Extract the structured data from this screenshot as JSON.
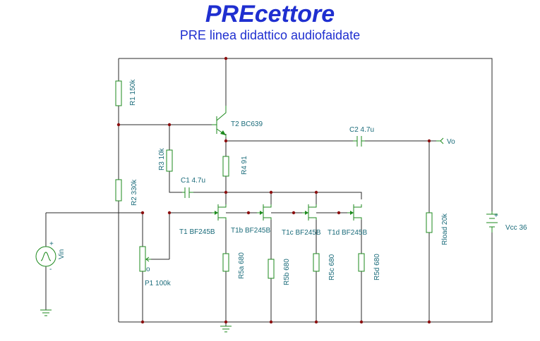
{
  "header": {
    "title": "PREcettore",
    "subtitle": "PRE linea didattico audiofaidate"
  },
  "components": {
    "r1": "R1 150k",
    "r2": "R2 330k",
    "r3": "R3 10k",
    "r4": "R4 91",
    "r5a": "R5a 680",
    "r5b": "R5b 680",
    "r5c": "R5c 680",
    "r5d": "R5d 680",
    "rload": "Rload 20k",
    "c1": "C1 4.7u",
    "c2": "C2 4.7u",
    "t2": "T2 BC639",
    "t1": "T1 BF245B",
    "t1b": "T1b BF245B",
    "t1c": "T1c BF245B",
    "t1d": "T1d BF245B",
    "p1": "P1 100k",
    "vcc": "Vcc 36",
    "vin": "Vin",
    "vo": "Vo",
    "plus": "+",
    "minus": "-",
    "wiper": "o"
  },
  "colors": {
    "title": "#1f2fd0",
    "label": "#1a6b7a",
    "component": "#1d8a1d",
    "wire": "#2a2a2a",
    "junction": "#8b0f0f"
  }
}
